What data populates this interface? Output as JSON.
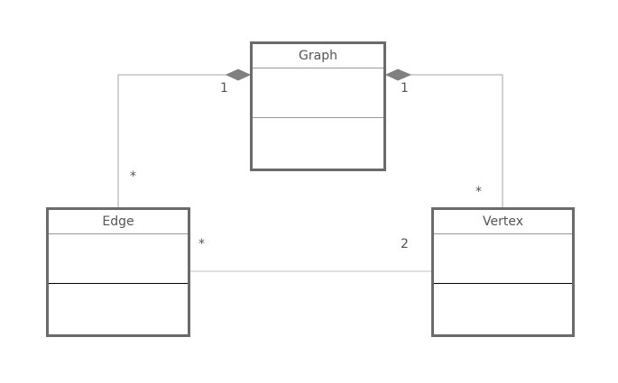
{
  "classes": {
    "graph": {
      "name": "Graph"
    },
    "edge": {
      "name": "Edge"
    },
    "vertex": {
      "name": "Vertex"
    }
  },
  "associations": {
    "graph_edge": {
      "graph_end": "1",
      "edge_end": "*"
    },
    "graph_vertex": {
      "graph_end": "1",
      "vertex_end": "*"
    },
    "edge_vertex": {
      "edge_end": "*",
      "vertex_end": "2"
    }
  },
  "colors": {
    "box_border": "#6b6b6b",
    "connector": "#a6a6a6",
    "diamond": "#808080",
    "text": "#555555"
  }
}
